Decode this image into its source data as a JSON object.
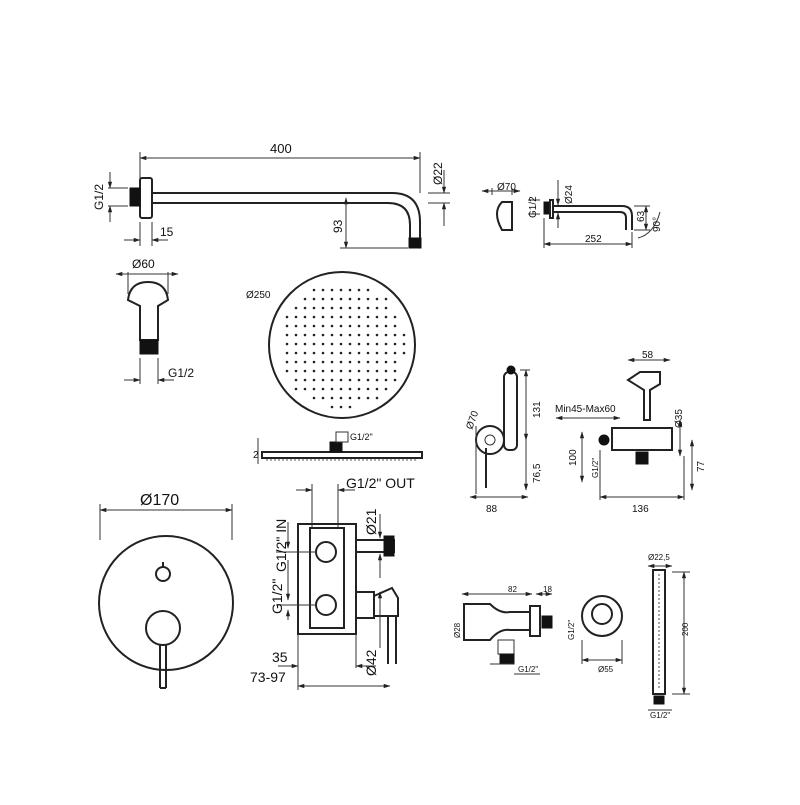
{
  "shower_arm": {
    "length": "400",
    "pipe_dia": "Ø22",
    "thread": "G1/2",
    "flange": "15",
    "drop": "93"
  },
  "spout": {
    "rosette": "Ø70",
    "thread": "G1/2",
    "dia": "Ø24",
    "length": "252",
    "height": "63",
    "angle": "90°"
  },
  "wall_elbow": {
    "dia": "Ø60",
    "thread": "G1/2"
  },
  "shower_head": {
    "dia": "Ø250",
    "connection": "G1/2\"",
    "thickness": "2"
  },
  "bidet_valve_front": {
    "dia": "Ø70",
    "height": "131",
    "lower": "76,5",
    "width": "88"
  },
  "bidet_valve_side": {
    "top": "58",
    "range": "Min45-Max60",
    "dia": "Ø35",
    "height": "100",
    "lower": "77",
    "thread": "G1/2\"",
    "depth": "136"
  },
  "mixer_plate": {
    "dia": "Ø170"
  },
  "mixer_body": {
    "out": "G1/2\" OUT",
    "in": "G1/2\" IN",
    "thread": "G1/2\"",
    "hole_small": "Ø21",
    "hole_large": "Ø42",
    "depth_min": "35",
    "depth_range": "73-97"
  },
  "hose_outlet": {
    "length": "82",
    "flange": "18",
    "dia": "Ø28",
    "thread_side": "G1/2\"",
    "thread_bottom": "G1/2\""
  },
  "holder": {
    "dia": "Ø55",
    "thread": "G1/2\""
  },
  "hand_shower": {
    "dia": "Ø22,5",
    "length": "200",
    "thread": "G1/2\""
  }
}
